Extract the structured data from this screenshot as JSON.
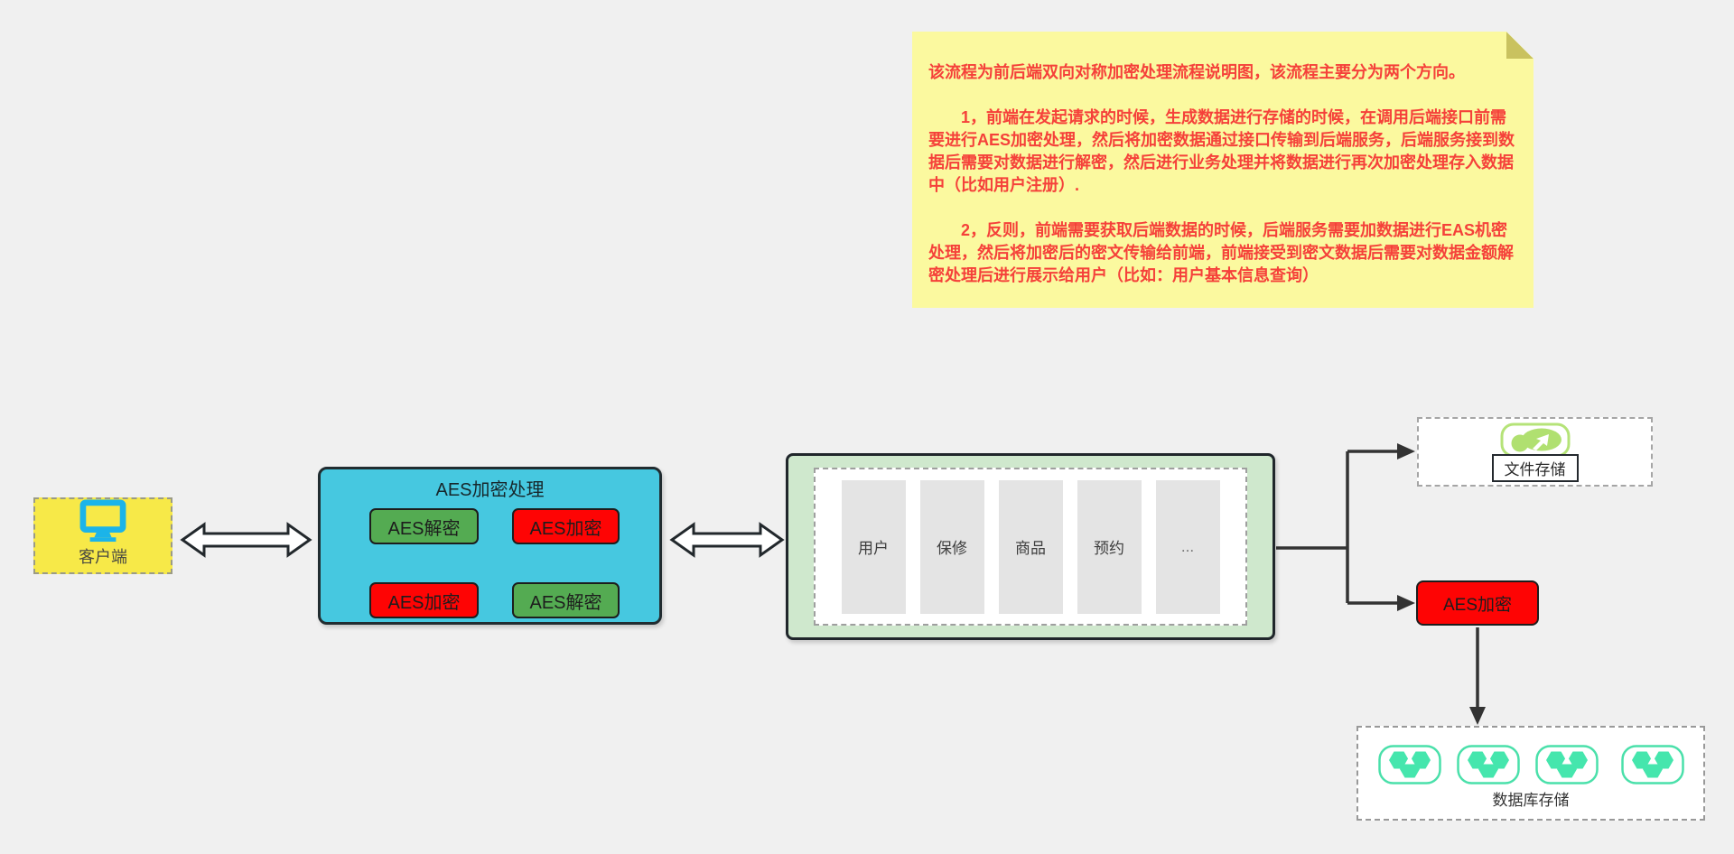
{
  "note": {
    "paragraphs": [
      "该流程为前后端双向对称加密处理流程说明图，该流程主要分为两个方向。",
      "1，前端在发起请求的时候，生成数据进行存储的时候，在调用后端接口前需要进行AES加密处理，然后将加密数据通过接口传输到后端服务，后端服务接到数据后需要对数据进行解密，然后进行业务处理并将数据进行再次加密处理存入数据中（比如用户注册）.",
      "2，反则，前端需要获取后端数据的时候，后端服务需要加数据进行EAS机密处理，然后将加密后的密文传输给前端，前端接受到密文数据后需要对数据金额解密处理后进行展示给用户（比如：用户基本信息查询）"
    ],
    "bg_color": "#fbf99f",
    "text_color": "#f5413a"
  },
  "client": {
    "label": "客户端",
    "icon": "monitor-icon",
    "bg_color": "#f7e948",
    "icon_color": "#1bb4e9"
  },
  "aes_module": {
    "title": "AES加密处理",
    "bg_color": "#46c8e0",
    "boxes": [
      {
        "label": "AES解密",
        "color": "#54ab52",
        "position": "top-left"
      },
      {
        "label": "AES加密",
        "color": "#fe0404",
        "position": "top-right"
      },
      {
        "label": "AES加密",
        "color": "#fe0404",
        "position": "bottom-left"
      },
      {
        "label": "AES解密",
        "color": "#54ab52",
        "position": "bottom-right"
      }
    ]
  },
  "services": {
    "bg_color": "#cfe8cd",
    "items": [
      "用户",
      "保修",
      "商品",
      "预约",
      "..."
    ]
  },
  "file_storage": {
    "label": "文件存储",
    "icon": "cloud-upload-icon",
    "icon_color": "#b0e070"
  },
  "aes_encrypt_right": {
    "label": "AES加密",
    "color": "#fe0404"
  },
  "database": {
    "label": "数据库存储",
    "icon": "database-cluster-icon",
    "icon_count": 4,
    "icon_color": "#45e6ad"
  }
}
